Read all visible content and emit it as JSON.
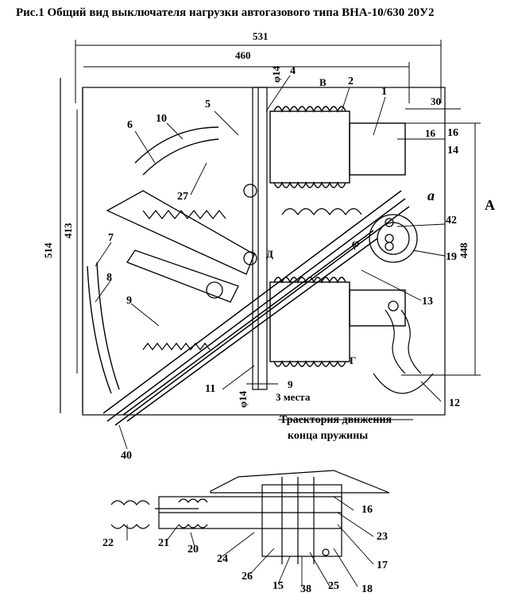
{
  "title": "Рис.1 Общий вид выключателя нагрузки автогазового типа ВНА-10/630 20У2",
  "dimensions": {
    "d531": "531",
    "d460": "460",
    "d514": "514",
    "d413": "413",
    "d448": "448",
    "d30": "30",
    "d16": "16",
    "d9": "9",
    "phi14_top": "φ14",
    "phi14_bottom": "φ14",
    "three_places": "3 места"
  },
  "view_labels": {
    "A": "A",
    "B": "В",
    "G": "Г",
    "D": "Д",
    "a": "a",
    "phi": "φ"
  },
  "callouts_top": [
    "1",
    "2",
    "4",
    "5",
    "6",
    "10",
    "14",
    "16",
    "27",
    "42",
    "19",
    "13",
    "7",
    "8",
    "9",
    "11",
    "12",
    "40"
  ],
  "callouts_bottom": [
    "16",
    "23",
    "17",
    "18",
    "25",
    "38",
    "15",
    "26",
    "24",
    "20",
    "21",
    "22"
  ],
  "caption_trajectory_line1": "Траектория движения",
  "caption_trajectory_line2": "конца пружины"
}
